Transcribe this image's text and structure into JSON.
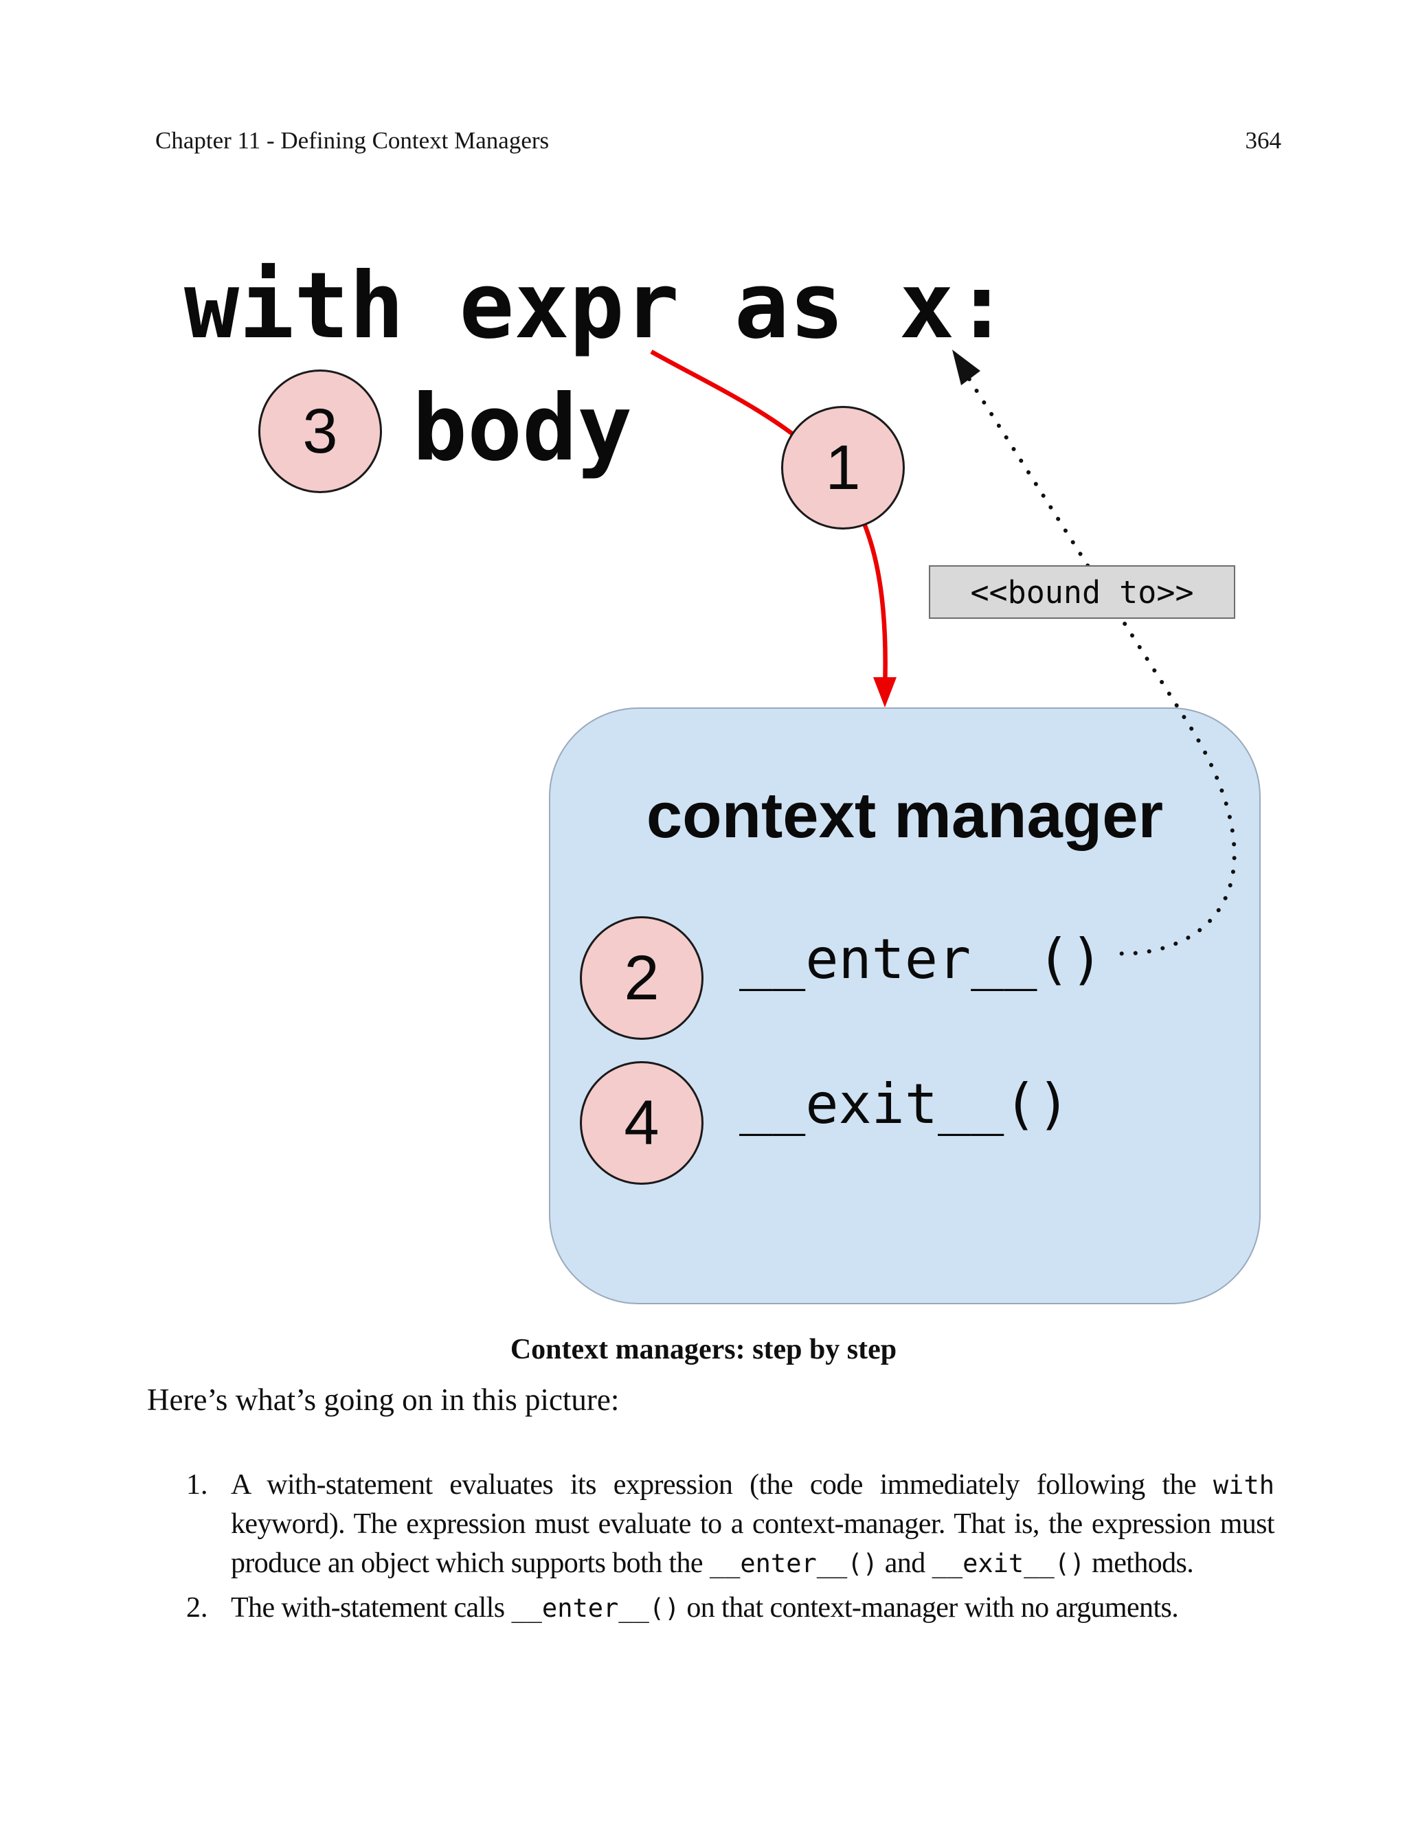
{
  "header": {
    "chapter": "Chapter 11 - Defining Context Managers",
    "page_number": "364"
  },
  "code": {
    "line1": "with expr as x:",
    "line2": "body"
  },
  "steps": {
    "step1": "1",
    "step2": "2",
    "step3": "3",
    "step4": "4"
  },
  "labels": {
    "bound_to": "<<bound to>>",
    "box_title": "context manager",
    "enter_method": "__enter__()",
    "exit_method": "__exit__()"
  },
  "caption": "Context managers: step by step",
  "intro": "Here’s what’s going on in this picture:",
  "list": [
    {
      "marker": "1.",
      "segments": [
        {
          "t": "text",
          "v": "A with-statement evaluates its expression (the code immediately following the "
        },
        {
          "t": "code",
          "v": "with"
        },
        {
          "t": "text",
          "v": " keyword). The expression must evaluate to a context-manager. That is, the expression must produce an object which supports both the "
        },
        {
          "t": "code",
          "v": "__enter__()"
        },
        {
          "t": "text",
          "v": " and "
        },
        {
          "t": "code",
          "v": "__exit__()"
        },
        {
          "t": "text",
          "v": " methods."
        }
      ]
    },
    {
      "marker": "2.",
      "segments": [
        {
          "t": "text",
          "v": "The with-statement calls "
        },
        {
          "t": "code",
          "v": "__enter__()"
        },
        {
          "t": "text",
          "v": " on that context-manager with no arguments."
        }
      ]
    }
  ],
  "colors": {
    "accent_red": "#ec0000",
    "badge_pink": "#f4cccc",
    "box_blue": "#cfe2f3",
    "label_gray": "#d9d9d9",
    "ink": "#111111"
  }
}
